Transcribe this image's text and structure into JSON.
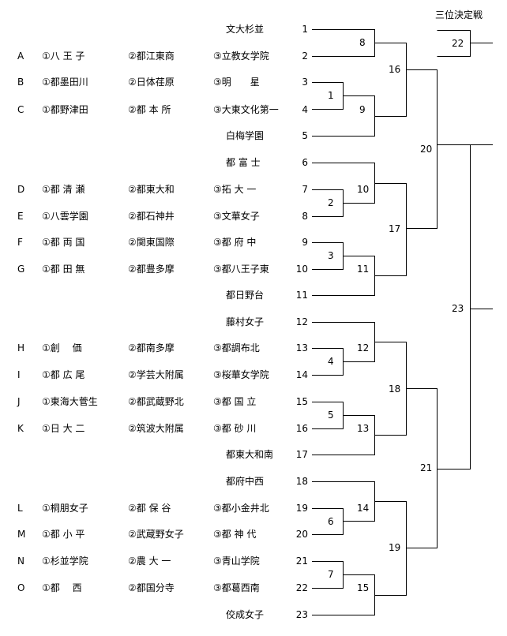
{
  "title_third_place": "三位決定戦",
  "groups": [
    {
      "letter": "A",
      "c1": "①八 王 子",
      "c2": "②都江東商",
      "c3": "③立教女学院"
    },
    {
      "letter": "B",
      "c1": "①都墨田川",
      "c2": "②日体荏原",
      "c3": "③明　　星"
    },
    {
      "letter": "C",
      "c1": "①都野津田",
      "c2": "②都 本 所",
      "c3": "③大東文化第一"
    },
    {
      "letter": "D",
      "c1": "①都 清 瀬",
      "c2": "②都東大和",
      "c3": "③拓 大 一"
    },
    {
      "letter": "E",
      "c1": "①八雲学園",
      "c2": "②都石神井",
      "c3": "③文華女子"
    },
    {
      "letter": "F",
      "c1": "①都 両 国",
      "c2": "②関東国際",
      "c3": "③都 府 中"
    },
    {
      "letter": "G",
      "c1": "①都 田 無",
      "c2": "②都豊多摩",
      "c3": "③都八王子東"
    },
    {
      "letter": "H",
      "c1": "①創　 価",
      "c2": "②都南多摩",
      "c3": "③都調布北"
    },
    {
      "letter": "I",
      "c1": "①都 広 尾",
      "c2": "②学芸大附属",
      "c3": "③桜華女学院"
    },
    {
      "letter": "J",
      "c1": "①東海大菅生",
      "c2": "②都武蔵野北",
      "c3": "③都 国 立"
    },
    {
      "letter": "K",
      "c1": "①日 大 二",
      "c2": "②筑波大附属",
      "c3": "③都 砂 川"
    },
    {
      "letter": "L",
      "c1": "①桐朋女子",
      "c2": "②都 保 谷",
      "c3": "③都小金井北"
    },
    {
      "letter": "M",
      "c1": "①都 小 平",
      "c2": "②武蔵野女子",
      "c3": "③都 神 代"
    },
    {
      "letter": "N",
      "c1": "①杉並学院",
      "c2": "②農 大 一",
      "c3": "③青山学院"
    },
    {
      "letter": "O",
      "c1": "①都　 西",
      "c2": "②都国分寺",
      "c3": "③都葛西南"
    }
  ],
  "seeds": [
    {
      "name": "文大杉並",
      "num": "1"
    },
    {
      "name": "",
      "num": "2"
    },
    {
      "name": "",
      "num": "3"
    },
    {
      "name": "",
      "num": "4"
    },
    {
      "name": "白梅学園",
      "num": "5"
    },
    {
      "name": "都 富 士",
      "num": "6"
    },
    {
      "name": "",
      "num": "7"
    },
    {
      "name": "",
      "num": "8"
    },
    {
      "name": "",
      "num": "9"
    },
    {
      "name": "",
      "num": "10"
    },
    {
      "name": "都日野台",
      "num": "11"
    },
    {
      "name": "藤村女子",
      "num": "12"
    },
    {
      "name": "",
      "num": "13"
    },
    {
      "name": "",
      "num": "14"
    },
    {
      "name": "",
      "num": "15"
    },
    {
      "name": "",
      "num": "16"
    },
    {
      "name": "都東大和南",
      "num": "17"
    },
    {
      "name": "都府中西",
      "num": "18"
    },
    {
      "name": "",
      "num": "19"
    },
    {
      "name": "",
      "num": "20"
    },
    {
      "name": "",
      "num": "21"
    },
    {
      "name": "",
      "num": "22"
    },
    {
      "name": "佼成女子",
      "num": "23"
    }
  ],
  "matches": {
    "m1": "1",
    "m2": "2",
    "m3": "3",
    "m4": "4",
    "m5": "5",
    "m6": "6",
    "m7": "7",
    "m8": "8",
    "m9": "9",
    "m10": "10",
    "m11": "11",
    "m12": "12",
    "m13": "13",
    "m14": "14",
    "m15": "15",
    "m16": "16",
    "m17": "17",
    "m18": "18",
    "m19": "19",
    "m20": "20",
    "m21": "21",
    "m22": "22",
    "m23": "23"
  }
}
